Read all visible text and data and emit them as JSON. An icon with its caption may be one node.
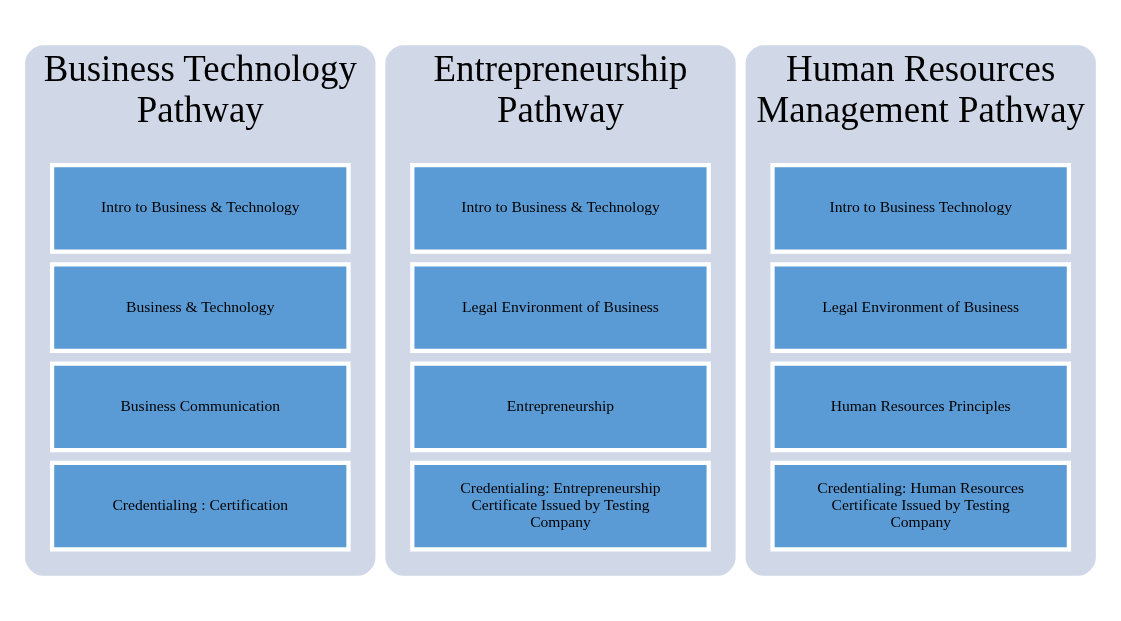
{
  "diagram": {
    "nodes": [
      {
        "text": [
          "Business Technology Pathway"
        ]
      },
      {
        "text": [
          "Intro to Business & Technology"
        ],
        "in": 0
      },
      {
        "text": [
          "Business & Technology"
        ],
        "in": 0
      },
      {
        "text": [
          "Business Communication"
        ],
        "in": 0
      },
      {
        "text": [
          "Credentialing : Certification"
        ],
        "in": 0
      },
      {
        "text": [
          "Entrepreneurship Pathway"
        ]
      },
      {
        "text": [
          "Intro to Business & Technology"
        ],
        "in": 5
      },
      {
        "text": [
          "Legal Environment of Business"
        ],
        "in": 5
      },
      {
        "text": [
          "Entrepreneurship"
        ],
        "in": 5
      },
      {
        "text": [
          "Credentialing: Entrepreneurship Certificate Issued by Testing Company"
        ],
        "in": 5
      },
      {
        "text": [
          "Human Resources Management Pathway"
        ]
      },
      {
        "text": [
          "Intro to Business Technology"
        ],
        "in": 10
      },
      {
        "text": [
          "Legal Environment of Business"
        ],
        "in": 10
      },
      {
        "text": [
          "Human Resources Principles"
        ],
        "in": 10
      },
      {
        "text": [
          "Credentialing: Human Resources Certificate Issued by Testing Company"
        ],
        "in": 10
      }
    ]
  }
}
